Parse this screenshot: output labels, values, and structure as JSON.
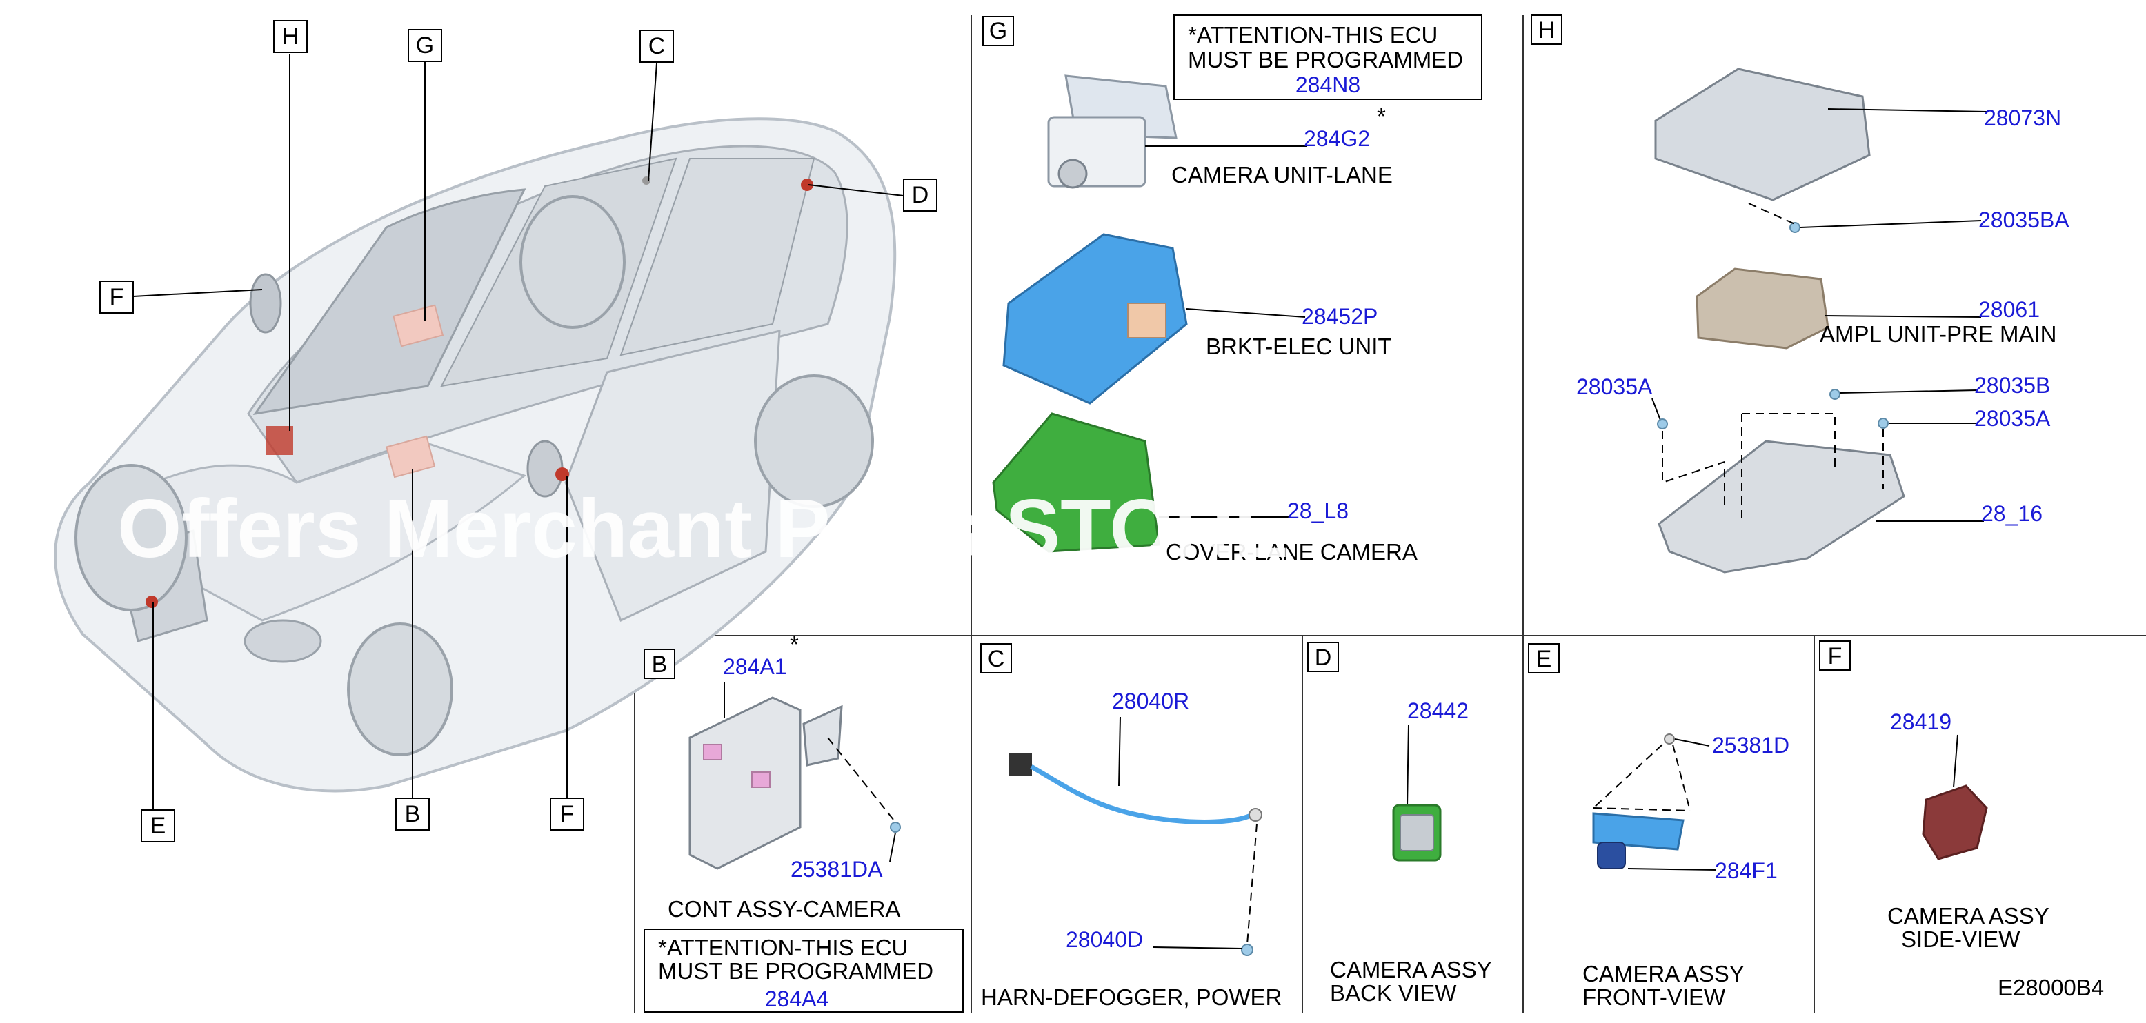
{
  "overview": {
    "callouts": [
      "H",
      "G",
      "C",
      "D",
      "F",
      "F",
      "E",
      "B"
    ]
  },
  "panel_g": {
    "letter": "G",
    "attention_line1": "*ATTENTION-THIS ECU",
    "attention_line2": "MUST BE PROGRAMMED",
    "attention_part": "284N8",
    "camera_part": "284G2",
    "camera_star": "*",
    "camera_name": "CAMERA UNIT-LANE",
    "bracket_part": "28452P",
    "bracket_name": "BRKT-ELEC UNIT",
    "cover_part": "28_L8",
    "cover_name": "COVER-LANE CAMERA"
  },
  "panel_h": {
    "letter": "H",
    "p1": "28073N",
    "p2": "28035BA",
    "p3": "28061",
    "ampl_name": "AMPL UNIT-PRE MAIN",
    "p4": "28035A",
    "p5": "28035B",
    "p6": "28035A",
    "p7": "28_16"
  },
  "panel_b": {
    "letter": "B",
    "part": "284A1",
    "star": "*",
    "screw": "25381DA",
    "name": "CONT ASSY-CAMERA",
    "attention_line1": "*ATTENTION-THIS ECU",
    "attention_line2": "MUST BE PROGRAMMED",
    "attention_part": "284A4"
  },
  "panel_c": {
    "letter": "C",
    "p1": "28040R",
    "p2": "28040D",
    "name": "HARN-DEFOGGER, POWER"
  },
  "panel_d": {
    "letter": "D",
    "part": "28442",
    "name1": "CAMERA ASSY",
    "name2": "BACK VIEW"
  },
  "panel_e": {
    "letter": "E",
    "p1": "25381D",
    "p2": "284F1",
    "name1": "CAMERA ASSY",
    "name2": "FRONT-VIEW"
  },
  "panel_f": {
    "letter": "F",
    "part": "28419",
    "name1": "CAMERA ASSY",
    "name2": "SIDE-VIEW"
  },
  "diagram_code": "E28000B4",
  "watermark": "Offers Merchant Parts  STORE",
  "colors": {
    "part_number": "#1a1ad6",
    "bracket_blue": "#4aa3e8",
    "cover_green": "#3fae3f",
    "camera_red": "#8b3a3a"
  }
}
